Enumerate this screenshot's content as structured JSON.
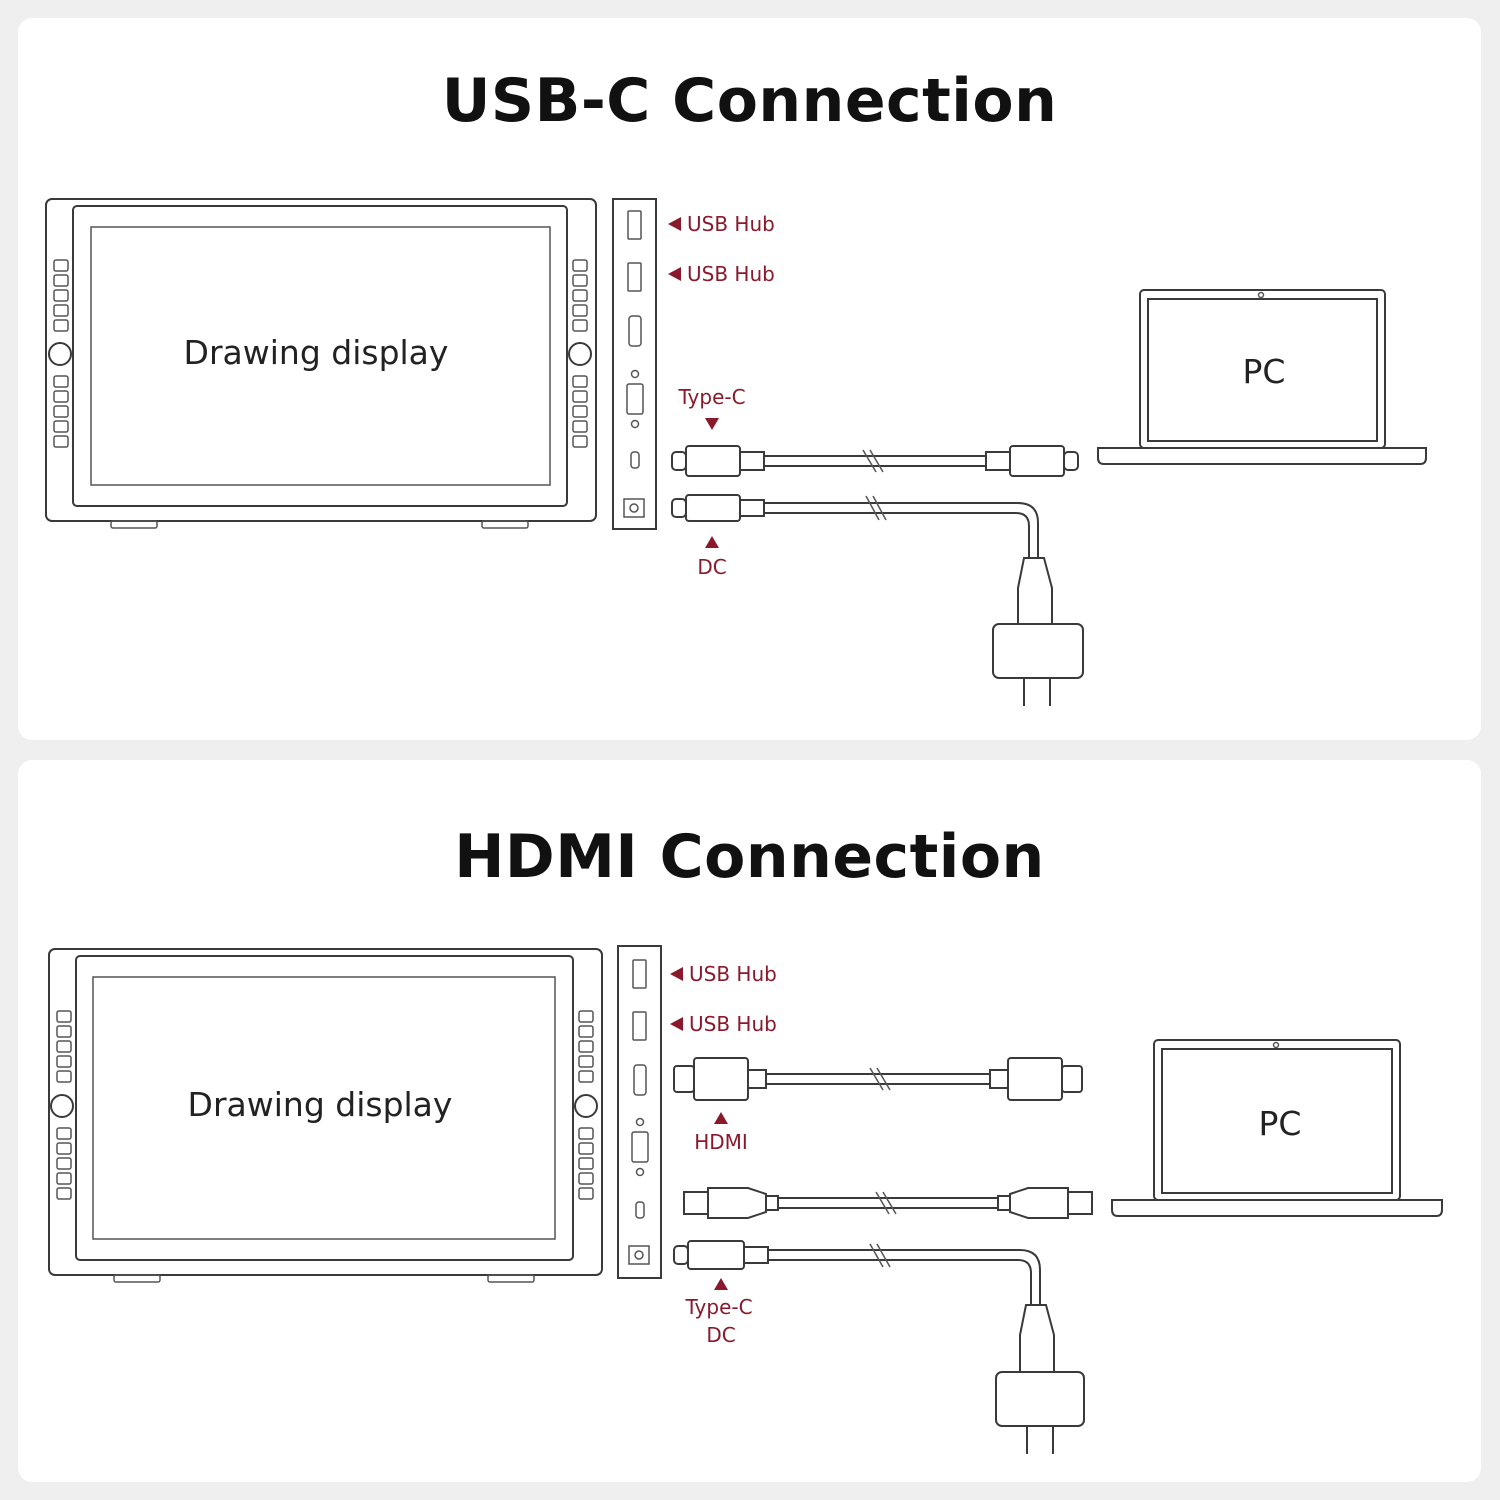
{
  "colors": {
    "accent": "#8a1a2b",
    "background": "#ffffff",
    "line": "#3a3a3a"
  },
  "usbc": {
    "title": "USB-C Connection",
    "display_label": "Drawing display",
    "pc_label": "PC",
    "ports": {
      "usb_hub_1": "USB Hub",
      "usb_hub_2": "USB Hub",
      "type_c": "Type-C",
      "dc": "DC"
    }
  },
  "hdmi": {
    "title": "HDMI Connection",
    "display_label": "Drawing display",
    "pc_label": "PC",
    "ports": {
      "usb_hub_1": "USB Hub",
      "usb_hub_2": "USB Hub",
      "hdmi": "HDMI",
      "type_c": "Type-C",
      "dc": "DC"
    }
  }
}
